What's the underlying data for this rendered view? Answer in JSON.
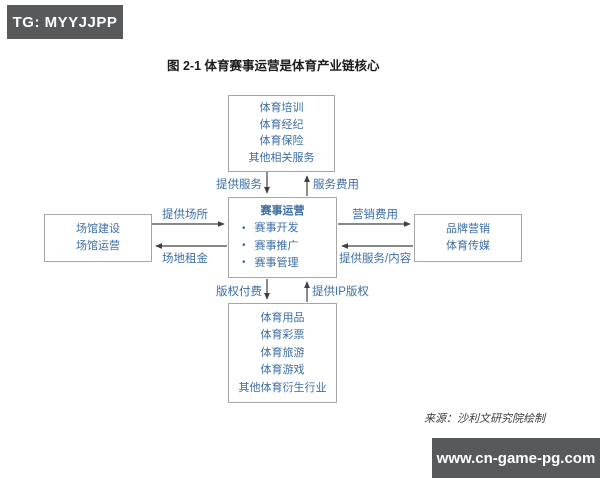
{
  "watermarks": {
    "top_left": "TG: MYYJJPP",
    "bottom_right": "www.cn-game-pg.com"
  },
  "figure": {
    "title": "图 2-1 体育赛事运营是体育产业链核心",
    "source": "来源：沙利文研究院绘制"
  },
  "colors": {
    "accent_blue": "#3c6ea5",
    "badge_gray": "#58595b",
    "line_gray": "#404040",
    "box_border": "#a6a6a6"
  },
  "diagram": {
    "center_box": {
      "title": "赛事运营",
      "bullets": [
        "赛事开发",
        "赛事推广",
        "赛事管理"
      ]
    },
    "top_box": {
      "items": [
        "体育培训",
        "体育经纪",
        "体育保险",
        "其他相关服务"
      ]
    },
    "left_box": {
      "items": [
        "场馆建设",
        "场馆运营"
      ]
    },
    "right_box": {
      "items": [
        "品牌营销",
        "体育传媒"
      ]
    },
    "bottom_box": {
      "items": [
        "体育用品",
        "体育彩票",
        "体育旅游",
        "体育游戏",
        "其他体育衍生行业"
      ]
    },
    "edges": [
      {
        "label": "提供服务",
        "from": "top_box",
        "to": "center_box",
        "arrow": "down"
      },
      {
        "label": "服务费用",
        "from": "center_box",
        "to": "top_box",
        "arrow": "up"
      },
      {
        "label": "提供场所",
        "from": "left_box",
        "to": "center_box",
        "arrow": "right"
      },
      {
        "label": "场地租金",
        "from": "center_box",
        "to": "left_box",
        "arrow": "left"
      },
      {
        "label": "营销费用",
        "from": "center_box",
        "to": "right_box",
        "arrow": "right"
      },
      {
        "label": "提供服务/内容",
        "from": "right_box",
        "to": "center_box",
        "arrow": "left"
      },
      {
        "label": "版权付费",
        "from": "center_box",
        "to": "bottom_box",
        "arrow": "down"
      },
      {
        "label": "提供IP版权",
        "from": "bottom_box",
        "to": "center_box",
        "arrow": "up"
      }
    ]
  }
}
